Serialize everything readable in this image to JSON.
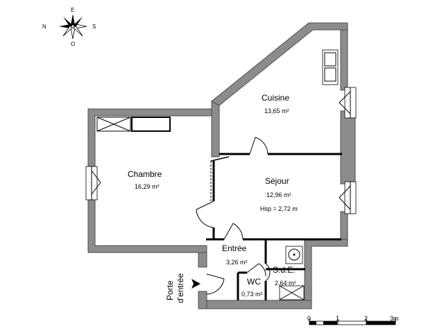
{
  "compass": {
    "north": "N",
    "south": "S",
    "east": "E",
    "west": "O"
  },
  "rooms": {
    "cuisine": {
      "name": "Cuisine",
      "area": "13,65 m²"
    },
    "chambre": {
      "name": "Chambre",
      "area": "16,29 m²"
    },
    "sejour": {
      "name": "Séjour",
      "area": "12,96 m²",
      "height": "Hsp = 2,72 m"
    },
    "entree": {
      "name": "Entrée",
      "area": "3,26 m²"
    },
    "sde": {
      "name": "S.d.E.",
      "area": "2,64 m²"
    },
    "wc": {
      "name": "WC",
      "area": "0,73 m²"
    }
  },
  "entrance": {
    "line1": "Porte",
    "line2": "d'entrée"
  },
  "scale": {
    "ticks": [
      "0",
      "1",
      "2",
      "3m"
    ]
  }
}
